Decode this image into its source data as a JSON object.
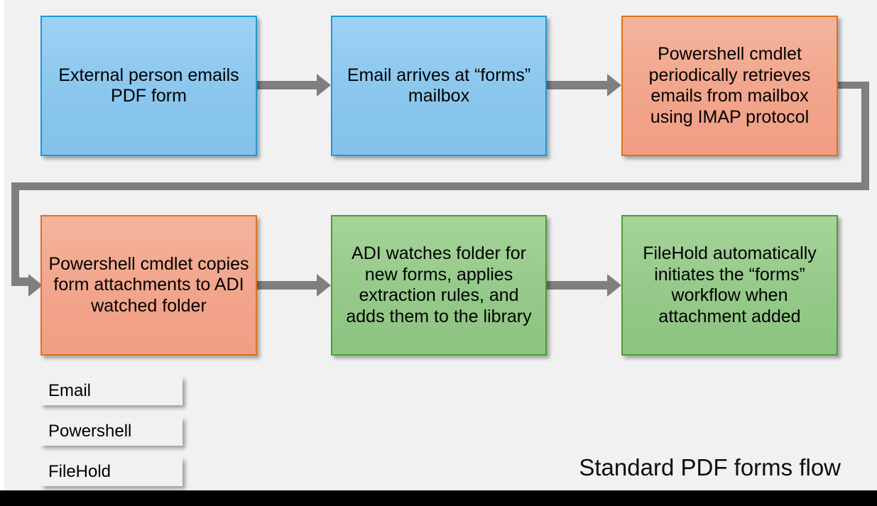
{
  "diagram": {
    "title": "Standard PDF forms flow",
    "background_color": "#f1f1f1",
    "nodes": [
      {
        "id": "node-1",
        "category": "Email",
        "color": "#8cc7ee",
        "border_color": "#1c9ad6",
        "text": "External person emails PDF form"
      },
      {
        "id": "node-2",
        "category": "Email",
        "color": "#8cc7ee",
        "border_color": "#1c9ad6",
        "text": "Email arrives at “forms” mailbox"
      },
      {
        "id": "node-3",
        "category": "Powershell",
        "color": "#f2a68d",
        "border_color": "#e2711d",
        "text": "Powershell cmdlet periodically retrieves emails from mailbox using IMAP protocol"
      },
      {
        "id": "node-4",
        "category": "Powershell",
        "color": "#f2a68d",
        "border_color": "#e2711d",
        "text": "Powershell cmdlet copies form attachments to ADI watched folder"
      },
      {
        "id": "node-5",
        "category": "FileHold",
        "color": "#96ca8a",
        "border_color": "#4d9b3c",
        "text": "ADI watches folder for new forms, applies extraction rules, and adds them to the library"
      },
      {
        "id": "node-6",
        "category": "FileHold",
        "color": "#96ca8a",
        "border_color": "#4d9b3c",
        "text": "FileHold automatically initiates the “forms” workflow when attachment added"
      }
    ],
    "connectors": [
      {
        "id": "arrow-1-2",
        "from": "node-1",
        "to": "node-2",
        "style": "straight-right",
        "color": "#7f7f7f"
      },
      {
        "id": "arrow-2-3",
        "from": "node-2",
        "to": "node-3",
        "style": "straight-right",
        "color": "#7f7f7f"
      },
      {
        "id": "arrow-3-4",
        "from": "node-3",
        "to": "node-4",
        "style": "wrap-around",
        "color": "#7f7f7f"
      },
      {
        "id": "arrow-4-5",
        "from": "node-4",
        "to": "node-5",
        "style": "straight-right",
        "color": "#7f7f7f"
      },
      {
        "id": "arrow-5-6",
        "from": "node-5",
        "to": "node-6",
        "style": "straight-right",
        "color": "#7f7f7f"
      }
    ],
    "legend": [
      {
        "label": "Email",
        "color": "#8cc7ee",
        "border_color": "#1c9ad6"
      },
      {
        "label": "Powershell",
        "color": "#f2a68d",
        "border_color": "#e2711d"
      },
      {
        "label": "FileHold",
        "color": "#96ca8a",
        "border_color": "#4d9b3c"
      }
    ]
  }
}
